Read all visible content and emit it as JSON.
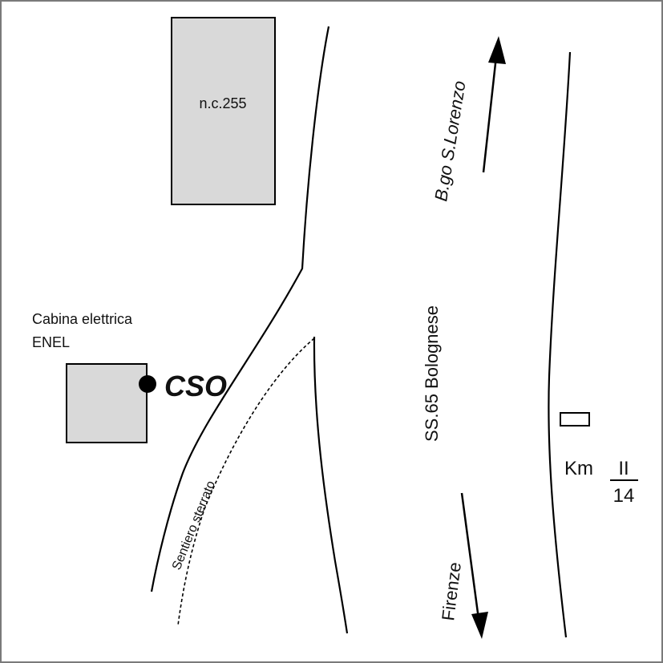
{
  "building_label": "n.c.255",
  "cabin_label_line1": "Cabina elettrica",
  "cabin_label_line2": "ENEL",
  "marker_label": "CSO",
  "trail_label": "Sentiero sterrato",
  "road_label": "SS.65 Bolognese",
  "direction_north": "B.go S.Lorenzo",
  "direction_south": "Firenze",
  "km_prefix": "Km",
  "km_numerator": "II",
  "km_denominator": "14"
}
